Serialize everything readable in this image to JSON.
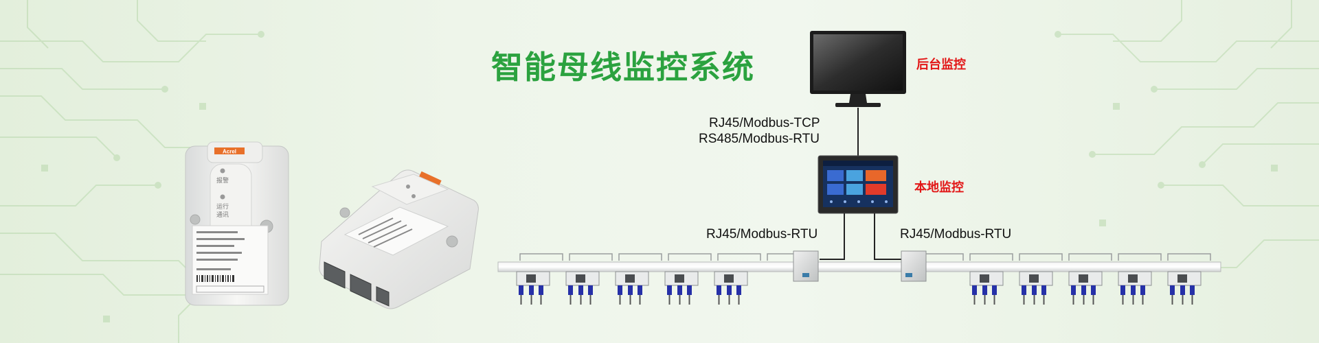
{
  "title": "智能母线监控系统",
  "labels": {
    "backend": "后台监控",
    "local": "本地监控"
  },
  "protocols": {
    "upper_line1": "RJ45/Modbus-TCP",
    "upper_line2": "RS485/Modbus-RTU",
    "left_bus": "RJ45/Modbus-RTU",
    "right_bus": "RJ45/Modbus-RTU"
  },
  "device": {
    "brand": "Acrel",
    "indicator_fault": "报警",
    "indicator_run_1": "运行",
    "indicator_run_2": "通讯"
  },
  "colors": {
    "title_green": "#2ba23f",
    "label_red": "#e21616",
    "connector_blue": "#2630a8"
  }
}
